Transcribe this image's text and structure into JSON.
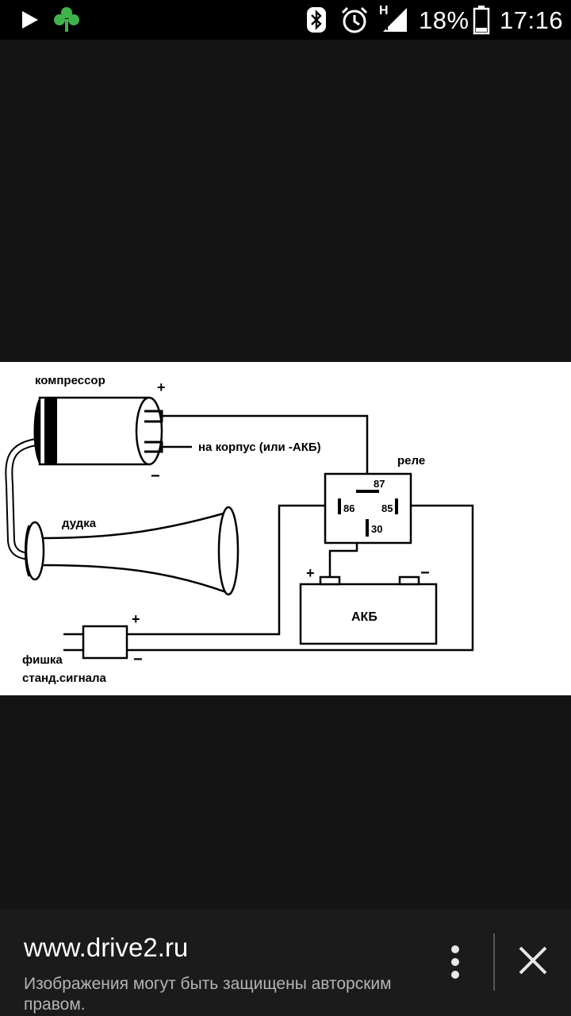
{
  "status_bar": {
    "battery_percent": "18%",
    "time": "17:16",
    "network_letter": "H"
  },
  "diagram": {
    "compressor_label": "компрессор",
    "compressor_plus": "+",
    "compressor_minus": "−",
    "ground_label": "на корпус (или -АКБ)",
    "relay_label": "реле",
    "pin_87": "87",
    "pin_86": "86",
    "pin_85": "85",
    "pin_30": "30",
    "horn_label": "дудка",
    "battery_label": "АКБ",
    "battery_plus": "+",
    "battery_minus": "−",
    "connector_plus": "+",
    "connector_minus": "−",
    "connector_label_line1": "фишка",
    "connector_label_line2": "станд.сигнала"
  },
  "bottom_bar": {
    "source_url": "www.drive2.ru",
    "copyright": "Изображения могут быть защищены авторским правом."
  }
}
